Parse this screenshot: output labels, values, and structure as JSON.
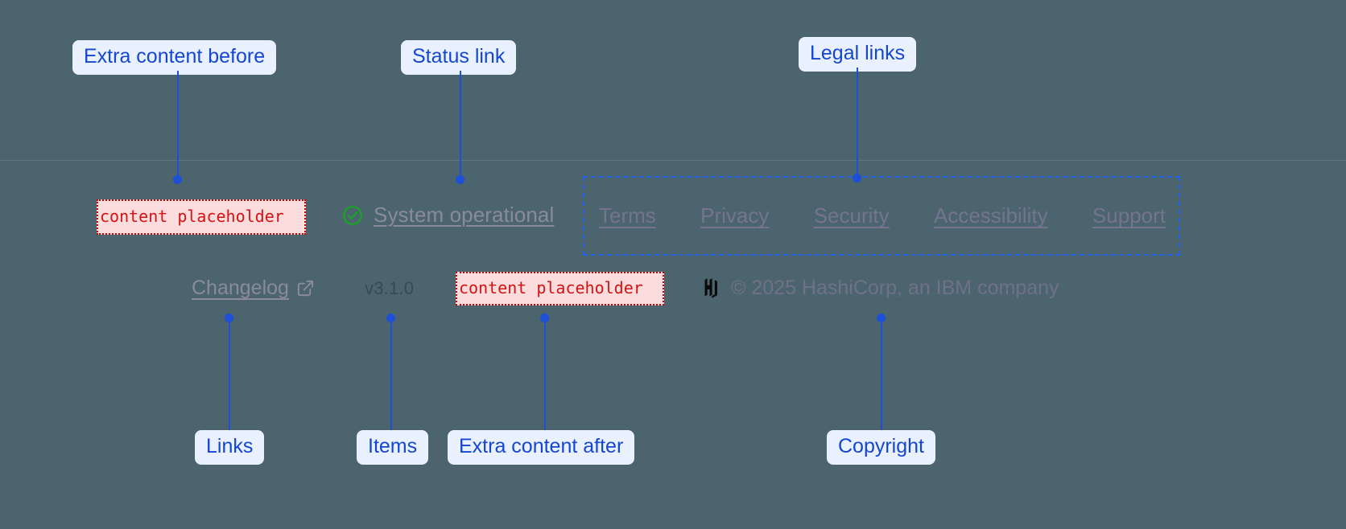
{
  "footer": {
    "extra_before": {
      "text": "content placeholder"
    },
    "status": {
      "icon": "check-circle-icon",
      "label": "System operational"
    },
    "legal_links": [
      {
        "label": "Terms"
      },
      {
        "label": "Privacy"
      },
      {
        "label": "Security"
      },
      {
        "label": "Accessibility"
      },
      {
        "label": "Support"
      }
    ],
    "changelog": {
      "label": "Changelog",
      "icon": "external-link-icon"
    },
    "version": {
      "label": "v3.1.0"
    },
    "extra_after": {
      "text": "content placeholder"
    },
    "copyright": {
      "logo": "hashicorp-logo",
      "text": "© 2025 HashiCorp, an IBM company"
    }
  },
  "annotations": {
    "extra_content_before": "Extra content before",
    "status_link": "Status link",
    "legal_links": "Legal links",
    "links": "Links",
    "items": "Items",
    "extra_content_after": "Extra content after",
    "copyright": "Copyright"
  },
  "colors": {
    "background": "#4c646d",
    "annotation_text": "#1446d2",
    "annotation_bg": "#eaf1fe",
    "annotation_line": "#1e4fd8",
    "placeholder_text": "#d11414",
    "placeholder_bg": "#fcdcdc",
    "placeholder_border": "#cc0000",
    "link_text": "#747490",
    "status_icon": "#1aa22a",
    "version_text": "#3b4a50",
    "dashed_box": "#2563eb"
  }
}
